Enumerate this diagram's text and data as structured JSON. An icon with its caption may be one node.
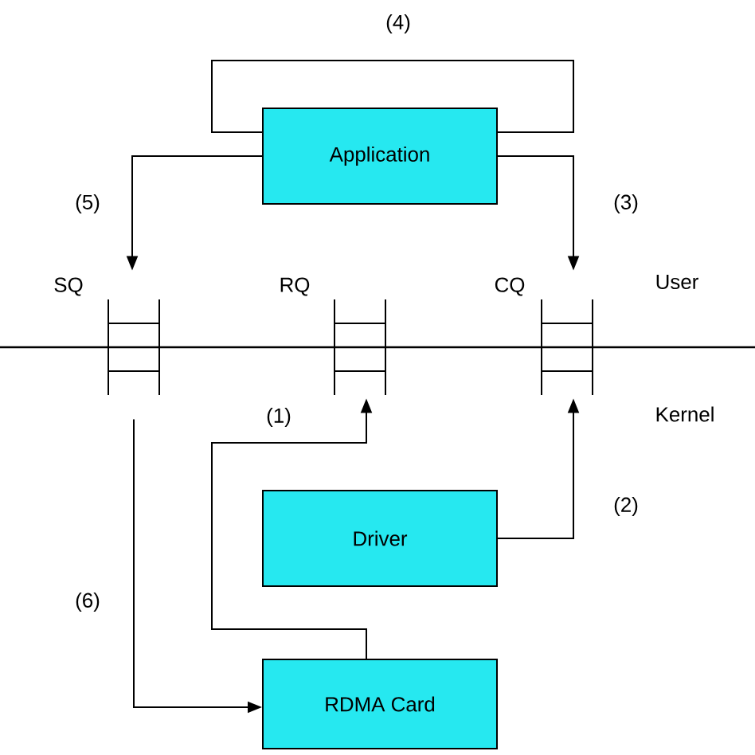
{
  "diagram": {
    "nodes": [
      {
        "text": [
          "Application"
        ]
      },
      {
        "text": [
          "SQ"
        ]
      },
      {
        "text": [
          "RQ"
        ]
      },
      {
        "text": [
          "CQ"
        ]
      },
      {
        "text": [
          "Driver"
        ]
      },
      {
        "text": [
          "RDMA Card"
        ]
      }
    ],
    "edges": [
      {
        "from": 0,
        "to": 0,
        "arrow": "none",
        "label": "(4)"
      },
      {
        "from": 0,
        "to": 1,
        "arrow": "to",
        "label": "(5)"
      },
      {
        "from": 0,
        "to": 3,
        "arrow": "to",
        "label": "(3)"
      },
      {
        "from": 5,
        "to": 2,
        "arrow": "to",
        "label": "(1)"
      },
      {
        "from": 4,
        "to": 3,
        "arrow": "to",
        "label": "(2)"
      },
      {
        "from": 1,
        "to": 5,
        "arrow": "to",
        "label": "(6)"
      }
    ],
    "labels": [
      "User",
      "Kernel"
    ]
  }
}
